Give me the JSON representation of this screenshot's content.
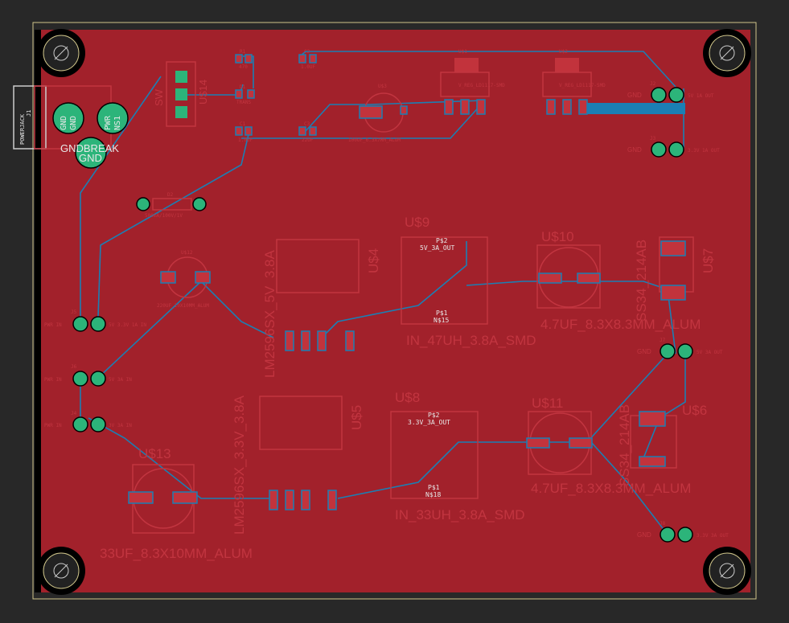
{
  "colors": {
    "background": "#282828",
    "board": "#a2212b",
    "trace": "#1b7fb4",
    "pad": "#2cb47a",
    "silkscreen": "#c23540",
    "outline": "#cfc58a"
  },
  "j1": {
    "name": "J1",
    "type": "POWERJACK",
    "pads": [
      "GND",
      "GND",
      "PWR",
      "NS1"
    ],
    "break_label": "GNDBREAK",
    "break_pad": "GND"
  },
  "switch": {
    "name": "U$14",
    "label": "SW"
  },
  "small_parts": [
    {
      "name": "R1",
      "value": "470"
    },
    {
      "name": "D1",
      "value": "TRANS"
    },
    {
      "name": "C1",
      "value": "1.0UF"
    },
    {
      "name": "C2",
      "value": "1.0UF"
    },
    {
      "name": "C3",
      "value": "22UF"
    }
  ],
  "regulators": [
    {
      "name": "U$1",
      "value": "V_REG_LD1117-SMD"
    },
    {
      "name": "U$2",
      "value": "V_REG_LD1117-SMD"
    }
  ],
  "u3": {
    "name": "U$3",
    "value": "100UF_6.3X7MM_ALUM"
  },
  "d2": {
    "name": "D2",
    "value": "500mA/100V/1V"
  },
  "u12": {
    "name": "U$12",
    "value": "220UF_10X10MM_ALUM"
  },
  "headers": [
    {
      "name": "J2",
      "left": "GND",
      "right": "5V 1A OUT"
    },
    {
      "name": "J3",
      "left": "GND",
      "right": "3.3V 1A OUT"
    },
    {
      "name": "J5",
      "left": "PWR IN",
      "right": "5V 3.3V 1A IN"
    },
    {
      "name": "J6",
      "left": "PWR IN",
      "right": "5V 3A IN"
    },
    {
      "name": "J4",
      "left": "PWR IN",
      "right": "3V 3A IN"
    },
    {
      "name": "J7",
      "left": "GND",
      "right": "5V 3A OUT"
    },
    {
      "name": "J8",
      "left": "GND",
      "right": "3.3V 3A OUT"
    }
  ],
  "u9": {
    "name": "U$9",
    "p2": "P$2",
    "p2_net": "5V_3A_OUT",
    "p1": "P$1",
    "p1_net": "N$15",
    "value": "IN_47UH_3.8A_SMD"
  },
  "u4": {
    "name": "U$4",
    "value": "LM2596SX_5V_3.8A"
  },
  "u10": {
    "name": "U$10",
    "value": "4.7UF_8.3X8.3MM_ALUM"
  },
  "u7": {
    "name": "U$7",
    "value": "SS34_214AB"
  },
  "u5": {
    "name": "U$5",
    "value": "LM2596SX_3.3V_3.8A"
  },
  "u8": {
    "name": "U$8",
    "p2": "P$2",
    "p2_net": "3.3V_3A_OUT",
    "p1": "P$1",
    "p1_net": "N$18",
    "value": "IN_33UH_3.8A_SMD"
  },
  "u11": {
    "name": "U$11",
    "value": "4.7UF_8.3X8.3MM_ALUM"
  },
  "u6": {
    "name": "U$6",
    "value": "SS34_214AB"
  },
  "u13": {
    "name": "U$13",
    "value": "33UF_8.3X10MM_ALUM"
  }
}
